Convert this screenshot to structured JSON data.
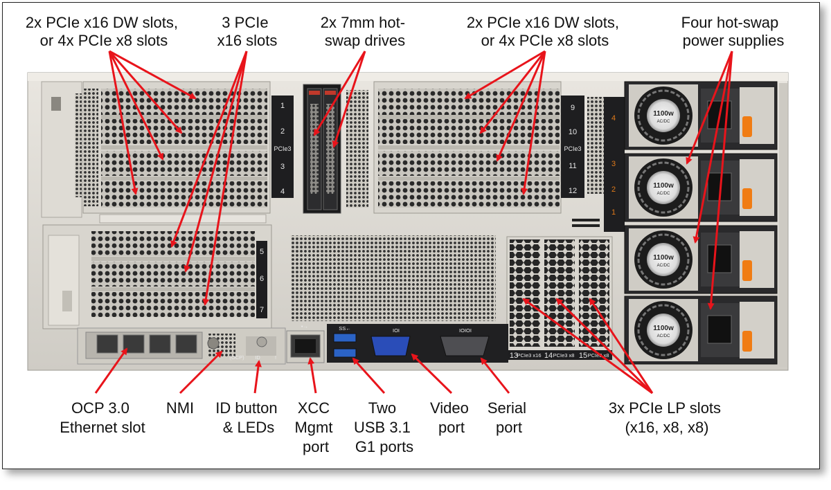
{
  "labels": {
    "top_left_slots": [
      "2x PCIe x16 DW slots,",
      "or 4x PCIe x8 slots"
    ],
    "top_pcie16": [
      "3 PCIe",
      "x16 slots"
    ],
    "top_drives": [
      "2x 7mm hot-",
      "swap drives"
    ],
    "top_right_slots": [
      "2x PCIe x16 DW slots,",
      "or 4x PCIe x8 slots"
    ],
    "top_psu": [
      "Four hot-swap",
      "power supplies"
    ],
    "ocp": [
      "OCP 3.0",
      "Ethernet slot"
    ],
    "nmi": [
      "NMI"
    ],
    "id_button": [
      "ID button",
      "& LEDs"
    ],
    "xcc": [
      "XCC",
      "Mgmt",
      "port"
    ],
    "usb": [
      "Two",
      "USB 3.1",
      "G1 ports"
    ],
    "video": [
      "Video",
      "port"
    ],
    "serial": [
      "Serial",
      "port"
    ],
    "lp_slots": [
      "3x PCIe LP slots",
      "(x16, x8, x8)"
    ]
  },
  "chassis": {
    "left_riser_numbers": [
      "1",
      "2",
      "3",
      "4"
    ],
    "left_riser_label": "PCIe3",
    "mid_riser_numbers": [
      "5",
      "6",
      "7"
    ],
    "right_riser_numbers": [
      "9",
      "10",
      "11",
      "12"
    ],
    "right_riser_label": "PCIe3",
    "psu_numbers": [
      "4",
      "3",
      "2",
      "1"
    ],
    "psu_rating": "1100w",
    "psu_type": "AC/DC",
    "lp_slot_labels": [
      "13",
      "14",
      "15"
    ],
    "lp_slot_sub": [
      "PCIe3 x16",
      "PCIe3 x8",
      "PCIe3 x8"
    ],
    "ocp_marker": "(OCP)",
    "id_marker": "ID",
    "alert_marker": "!",
    "usb_marker": "SS←",
    "video_marker": "IOI",
    "serial_marker": "IOIOI",
    "xcc_marker": "•→"
  },
  "colors": {
    "arrow": "#e8141b",
    "chassis": "#d9d6cf",
    "dark": "#1d1d1f",
    "vga": "#2a4db8",
    "usb": "#2b63c6",
    "orange_latch": "#f07c14"
  }
}
